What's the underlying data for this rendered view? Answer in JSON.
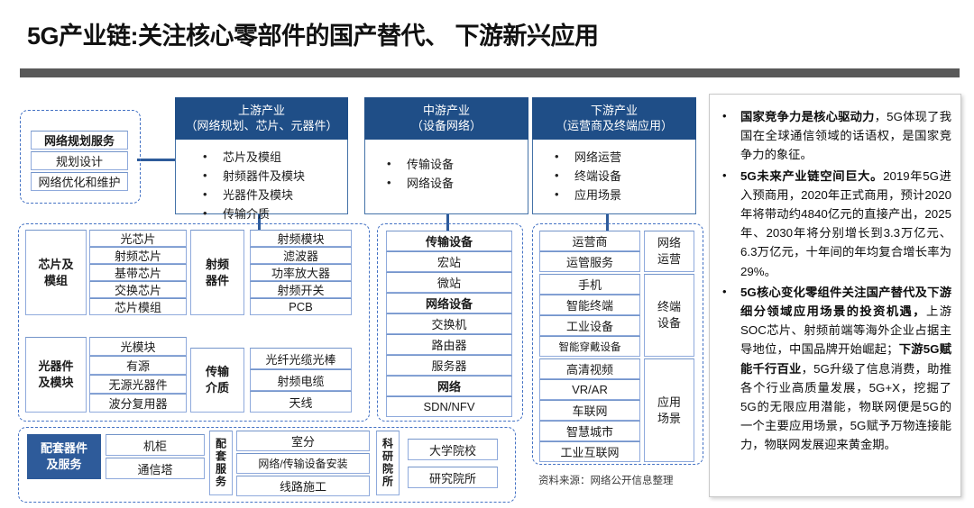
{
  "title": "5G产业链:关注核心零部件的国产替代、 下游新兴应用",
  "source_note": "资料来源：网络公开信息整理",
  "colors": {
    "header_blue": "#1F4E87",
    "box_border": "#8FAADC",
    "dash_border": "#4472C4",
    "rule": "#595959",
    "fill_blue": "#2E5B9A"
  },
  "planning_group": {
    "header": "网络规划服务",
    "items": [
      "规划设计",
      "网络优化和维护"
    ]
  },
  "streams": [
    {
      "name": "上游产业",
      "sub": "（网络规划、芯片、元器件）",
      "bullets": [
        "芯片及模组",
        "射频器件及模块",
        "光器件及模块",
        "传输介质"
      ]
    },
    {
      "name": "中游产业",
      "sub": "（设备网络）",
      "bullets": [
        "传输设备",
        "网络设备"
      ]
    },
    {
      "name": "下游产业",
      "sub": "（运营商及终端应用）",
      "bullets": [
        "网络运营",
        "终端设备",
        "应用场景"
      ]
    }
  ],
  "upstream_detail": {
    "chip_group_label": "芯片及\n模组",
    "chip_label_l1": "芯片及",
    "chip_label_l2": "模组",
    "chip_items": [
      "光芯片",
      "射频芯片",
      "基带芯片",
      "交换芯片",
      "芯片模组"
    ],
    "rf_label_l1": "射频",
    "rf_label_l2": "器件",
    "rf_items": [
      "射频模块",
      "滤波器",
      "功率放大器",
      "射频开关",
      "PCB"
    ],
    "optical_label_l1": "光器件",
    "optical_label_l2": "及模块",
    "optical_items": [
      "光模块",
      "有源",
      "无源光器件",
      "波分复用器"
    ],
    "medium_label_l1": "传输",
    "medium_label_l2": "介质",
    "medium_items": [
      "光纤光缆光棒",
      "射频电缆",
      "天线"
    ]
  },
  "midstream_detail": {
    "items": [
      {
        "label": "传输设备",
        "bold": true
      },
      {
        "label": "宏站",
        "bold": false
      },
      {
        "label": "微站",
        "bold": false
      },
      {
        "label": "网络设备",
        "bold": true
      },
      {
        "label": "交换机",
        "bold": false
      },
      {
        "label": "路由器",
        "bold": false
      },
      {
        "label": "服务器",
        "bold": false
      },
      {
        "label": "网络",
        "bold": true
      },
      {
        "label": "SDN/NFV",
        "bold": false
      }
    ]
  },
  "downstream_detail": {
    "groups": [
      {
        "label_l1": "网络",
        "label_l2": "运营",
        "items": [
          "运营商",
          "运管服务"
        ]
      },
      {
        "label_l1": "终端",
        "label_l2": "设备",
        "items": [
          "手机",
          "智能终端",
          "工业设备",
          "智能穿戴设备"
        ]
      },
      {
        "label_l1": "应用",
        "label_l2": "场景",
        "items": [
          "高清视频",
          "VR/AR",
          "车联网",
          "智慧城市",
          "工业互联网"
        ]
      }
    ]
  },
  "support_detail": {
    "parts_label_l1": "配套器件",
    "parts_label_l2": "及服务",
    "parts_items": [
      "机柜",
      "通信塔"
    ],
    "service_label": "配套服务",
    "service_items": [
      "室分",
      "网络/传输设备安装",
      "线路施工"
    ],
    "research_label": "科研院所",
    "research_items": [
      "大学院校",
      "研究院所"
    ]
  },
  "panel": {
    "points": [
      {
        "bold": "国家竞争力是核心驱动力",
        "rest": "，5G体现了我国在全球通信领域的话语权，是国家竞争力的象征。"
      },
      {
        "bold": "5G未来产业链空间巨大。",
        "rest": "2019年5G进入预商用，2020年正式商用，预计2020年将带动约4840亿元的直接产出，2025年、2030年将分别增长到3.3万亿元、6.3万亿元，十年间的年均复合增长率为29%。"
      },
      {
        "bold": "5G核心变化零组件关注国产替代及下游细分领域应用场景的投资机遇，",
        "rest": "上游SOC芯片、射频前端等海外企业占据主导地位，中国品牌开始崛起；",
        "bold2": "下游5G赋能千行百业",
        "rest2": "，5G升级了信息消费，助推各个行业高质量发展，5G+X，挖掘了5G的无限应用潜能，物联网便是5G的一个主要应用场景，5G赋予万物连接能力，物联网发展迎来黄金期。"
      }
    ]
  }
}
